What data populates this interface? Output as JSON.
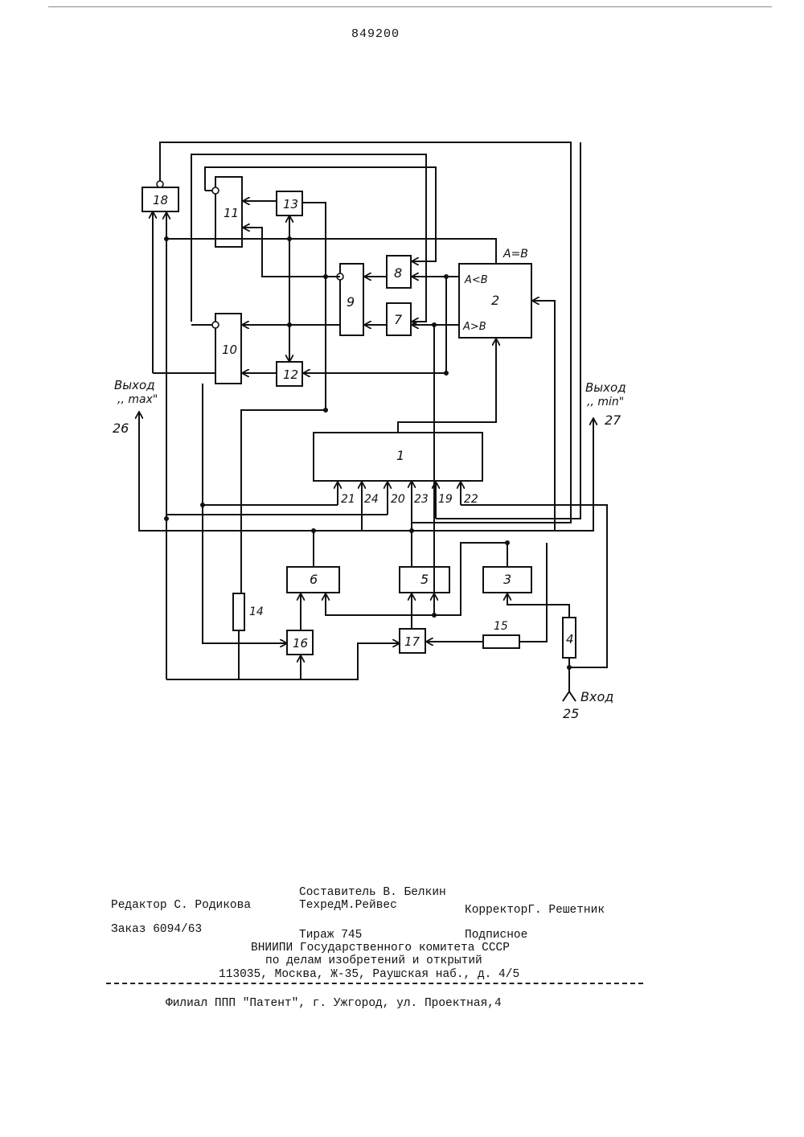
{
  "page_number": "849200",
  "schematic": {
    "blocks": [
      "1",
      "2",
      "3",
      "4",
      "5",
      "6",
      "7",
      "8",
      "9",
      "10",
      "11",
      "12",
      "13",
      "14",
      "15",
      "16",
      "17",
      "18"
    ],
    "comparator_labels": {
      "eq": "A=B",
      "lt": "A<B",
      "gt": "A>B"
    },
    "input_numbers": {
      "n21": "21",
      "n24": "24",
      "n20": "20",
      "n23": "23",
      "n19": "19",
      "n22": "22"
    },
    "output_max": {
      "word": "Выход",
      "name": ",, max\"",
      "num": "26"
    },
    "output_min": {
      "word": "Выход",
      "name": ",, min\"",
      "num": "27"
    },
    "input": {
      "word": "Вход",
      "num": "25"
    }
  },
  "colophon": {
    "editor": "Редактор С. Родикова",
    "compiler": "Составитель В. Белкин",
    "techred": "ТехредМ.Рейвес",
    "corrector": "КорректорГ. Решетник",
    "order": "Заказ 6094/63",
    "print_run": "Тираж 745",
    "subscription": "Подписное",
    "institute": "ВНИИПИ Государственного комитета СССР",
    "institute_dept": "по делам изобретений и открытий",
    "address": "113035, Москва, Ж-35, Раушская наб., д. 4/5",
    "branch": "Филиал ППП \"Патент\", г. Ужгород, ул. Проектная,4"
  }
}
